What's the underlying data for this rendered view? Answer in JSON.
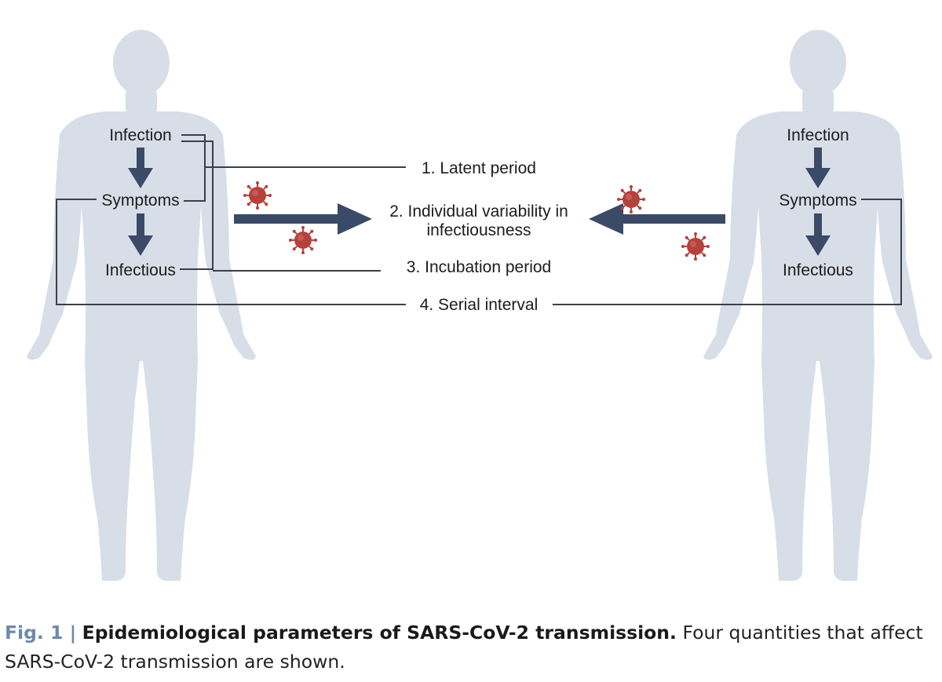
{
  "colors": {
    "body_silhouette": "#d8dee8",
    "arrow": "#3b4a66",
    "connector": "#3a3f4a",
    "virus": "#b5413c",
    "caption_accent": "#6d8ba8"
  },
  "figure": {
    "left_person": {
      "stage_labels": [
        "Infection",
        "Symptoms",
        "Infectious"
      ]
    },
    "right_person": {
      "stage_labels": [
        "Infection",
        "Symptoms",
        "Infectious"
      ]
    },
    "parameters": {
      "latent_period": "1. Latent period",
      "variability_line1": "2. Individual variability in",
      "variability_line2": "infectiousness",
      "incubation_period": "3. Incubation period",
      "serial_interval": "4. Serial interval"
    },
    "icons": [
      "human-silhouette-icon",
      "virus-particle-icon",
      "transmission-arrow-icon"
    ]
  },
  "caption": {
    "figure_number": "Fig. 1 |",
    "title": "Epidemiological parameters of SARS-CoV-2 transmission.",
    "text": "Four quantities that affect SARS-CoV-2 transmission are shown."
  }
}
